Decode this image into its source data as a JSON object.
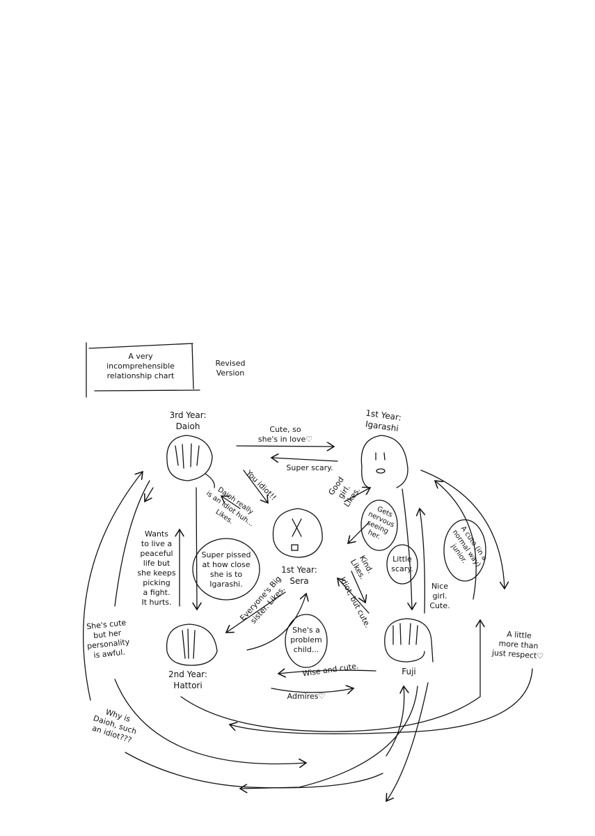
{
  "title": {
    "lines": "A very\nincomprehensible\nrelationship chart",
    "revised": "Revised\nVersion"
  },
  "characters": {
    "daioh": "3rd Year:\nDaioh",
    "igarashi": "1st Year:\nIgarashi",
    "sera": "1st Year:\nSera",
    "hattori": "2nd Year:\nHattori",
    "fuji": "Fuji"
  },
  "relations": {
    "daioh_to_igarashi": "Cute, so\nshe's in love♡",
    "igarashi_to_daioh": "Super scary.",
    "daioh_to_sera": "You idiot!!",
    "sera_to_daioh": "Daioh really\nis an idiot huh...\nLikes.",
    "sera_to_igarashi": "Good\ngirl.\nLikes.",
    "igarashi_to_sera": "Gets\nnervous\nseeing\nher.",
    "igarashi_to_fuji": "Little\nscary.",
    "fuji_to_igarashi": "Nice\ngirl.\nCute.",
    "igarashi_fuji_outer": "A cute (in a\nnormal way)\njunior.",
    "sera_to_fuji": "Kind.\nLikes.",
    "fuji_to_sera": "Idiot, but cute.",
    "hattori_to_daioh": "Wants\nto live a\npeaceful\nlife but\nshe keeps\npicking\na fight.\nIt hurts.",
    "daioh_to_hattori": "Super pissed\nat how close\nshe is to\nIgarashi.",
    "sera_to_hattori": "Everyone's Big\nsister. Likes.",
    "hattori_to_sera": "She's a\nproblem\nchild...",
    "outer_left": "She's cute\nbut her\npersonality\nis awful.",
    "fuji_to_hattori": "Wise and cute.",
    "hattori_to_fuji": "Admires♡",
    "outer_right": "A little\nmore than\njust respect♡",
    "outer_bottom_left": "Why is\nDaioh, such\nan idiot???"
  }
}
